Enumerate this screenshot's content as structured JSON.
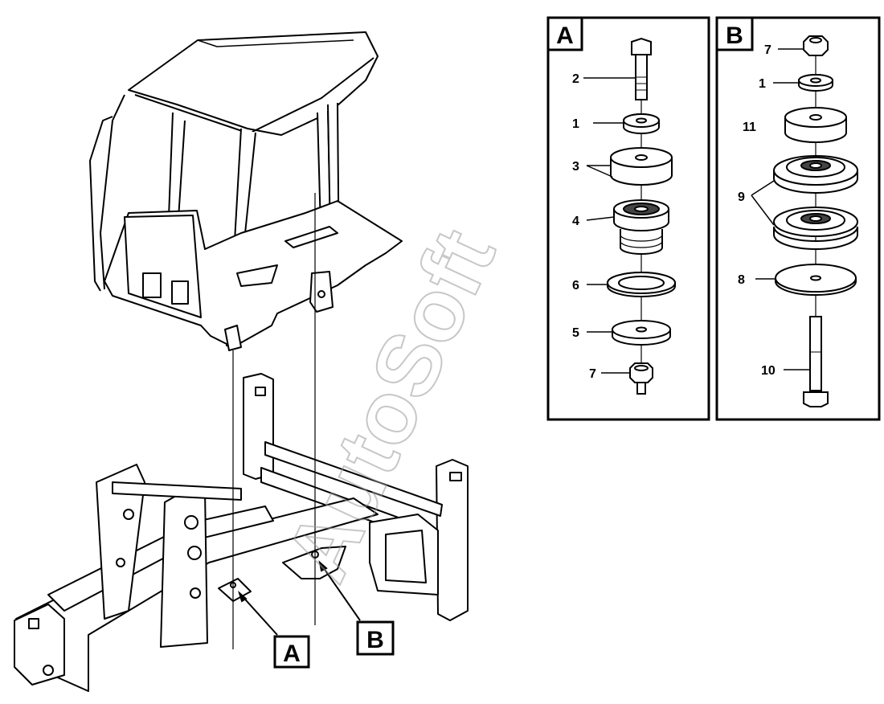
{
  "detail_a": {
    "title": "A",
    "callouts": [
      "2",
      "1",
      "3",
      "4",
      "6",
      "5",
      "7"
    ]
  },
  "detail_b": {
    "title": "B",
    "callouts": [
      "7",
      "1",
      "11",
      "9",
      "8",
      "10"
    ]
  },
  "main_view": {
    "marker_a": "A",
    "marker_b": "B"
  },
  "watermark": "AutoSoft"
}
